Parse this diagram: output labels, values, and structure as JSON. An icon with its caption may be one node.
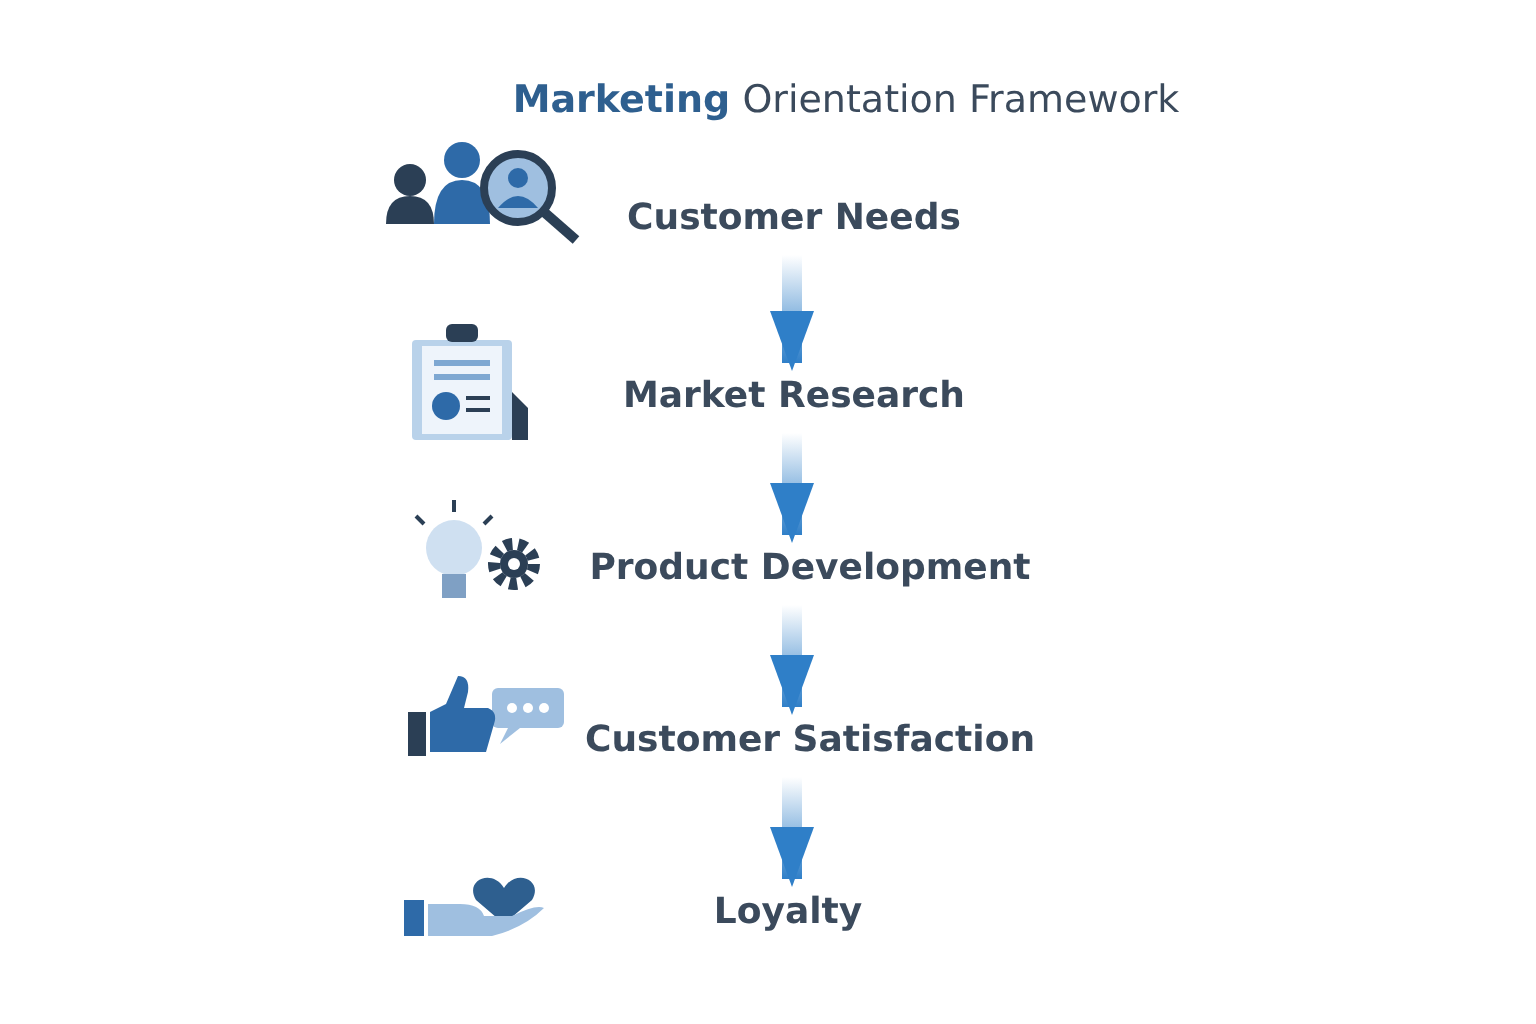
{
  "diagram": {
    "title": "Marketing Orientation Framework",
    "nodes": [
      {
        "text": [
          "Customer Needs"
        ]
      },
      {
        "text": [
          "Market Research"
        ]
      },
      {
        "text": [
          "Product Development"
        ]
      },
      {
        "text": [
          "Customer Satisfaction"
        ]
      },
      {
        "text": [
          "Loyalty"
        ]
      }
    ],
    "edges": [
      {
        "from": 0,
        "to": 1,
        "arrow": "to"
      },
      {
        "from": 1,
        "to": 2,
        "arrow": "to"
      },
      {
        "from": 2,
        "to": 3,
        "arrow": "to"
      },
      {
        "from": 3,
        "to": 4,
        "arrow": "to"
      }
    ]
  }
}
